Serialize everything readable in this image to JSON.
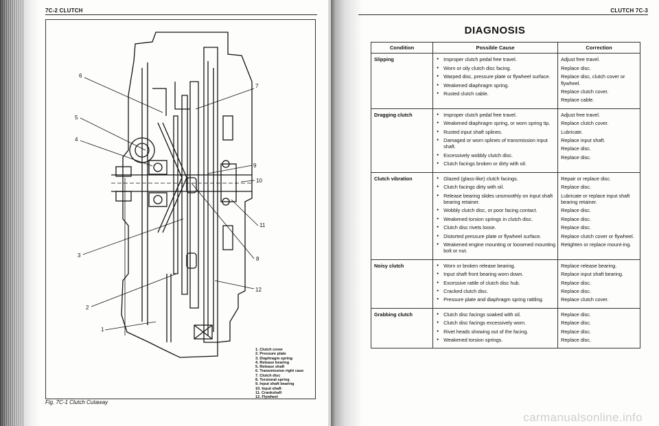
{
  "left_page": {
    "header": "7C-2 CLUTCH",
    "figure_caption": "Fig. 7C-1 Clutch Cutaway",
    "callouts": [
      "1",
      "2",
      "3",
      "4",
      "5",
      "6",
      "7",
      "8",
      "9",
      "10",
      "11",
      "12"
    ],
    "legend": [
      "1.  Clutch cover",
      "2.  Pressure plate",
      "3.  Diaphragm spring",
      "4.  Release bearing",
      "5.  Release shaft",
      "6.  Transmission right case",
      "7.  Clutch disc",
      "8.  Torsional spring",
      "9.  Input shaft bearing",
      "10.  Input shaft",
      "11.  Crankshaft",
      "12.  Flywheel"
    ]
  },
  "right_page": {
    "header": "CLUTCH 7C-3",
    "title": "DIAGNOSIS",
    "columns": [
      "Condition",
      "Possible Cause",
      "Correction"
    ],
    "rows": [
      {
        "condition": "Slipping",
        "causes": [
          "Improper clutch pedal free travel.",
          "Worn or oily clutch disc facing.",
          "Warped disc, pressure plate or flywheel surface.",
          "Weakened diaphragm spring.",
          "Rusted clutch cable."
        ],
        "corrections": [
          "Adjust free travel.",
          "Replace disc.",
          "Replace disc, clutch cover or flywheel.",
          "Replace clutch cover.",
          "Replace cable."
        ]
      },
      {
        "condition": "Dragging clutch",
        "causes": [
          "Improper clutch pedal free travel.",
          "Weakened diaphragm spring, or worn spring tip.",
          "Rusted input shaft splines.",
          "Damaged or worn splines of transmission input shaft.",
          "Excessively wobbly clutch disc.",
          "Clutch facings broken or dirty with oil."
        ],
        "corrections": [
          "Adjust free travel.",
          "Replace clutch cover.",
          "Lubricate.",
          "Replace input shaft.",
          "Replace disc.",
          "Replace disc."
        ]
      },
      {
        "condition": "Clutch vibration",
        "causes": [
          "Glazed (glass-like) clutch facings.",
          "Clutch facings dirty with oil.",
          "Release bearing slides unsmoothly on input shaft bearing retainer.",
          "Wobbly clutch disc, or poor facing contact.",
          "Weakened torsion springs in clutch disc.",
          "Clutch disc rivets loose.",
          "Distorted pressure plate or flywheel surface.",
          "Weakened engine mounting or loosened mounting bolt or nut."
        ],
        "corrections": [
          "Repair or replace disc.",
          "Replace disc.",
          "Lubricate or replace input shaft bearing retainer.",
          "Replace disc.",
          "Replace disc.",
          "Replace disc.",
          "Replace clutch cover or flywheel.",
          "Retighten or replace mount-ing."
        ]
      },
      {
        "condition": "Noisy clutch",
        "causes": [
          "Worn or broken release bearing.",
          "Input shaft front bearing worn down.",
          "Excessive rattle of clutch disc hub.",
          "Cracked clutch disc.",
          "Pressure plate and diaphragm spring rattling."
        ],
        "corrections": [
          "Replace release bearing.",
          "Replace input shaft bearing.",
          "Replace disc.",
          "Replace disc.",
          "Replace clutch cover."
        ]
      },
      {
        "condition": "Grabbing clutch",
        "causes": [
          "Clutch disc facings soaked with oil.",
          "Clutch disc facings excessively worn.",
          "Rivet heads showing out of the facing.",
          "Weakened torsion springs."
        ],
        "corrections": [
          "Replace disc.",
          "Replace disc.",
          "Replace disc.",
          "Replace disc."
        ]
      }
    ]
  },
  "watermark": "carmanualsonline.info"
}
